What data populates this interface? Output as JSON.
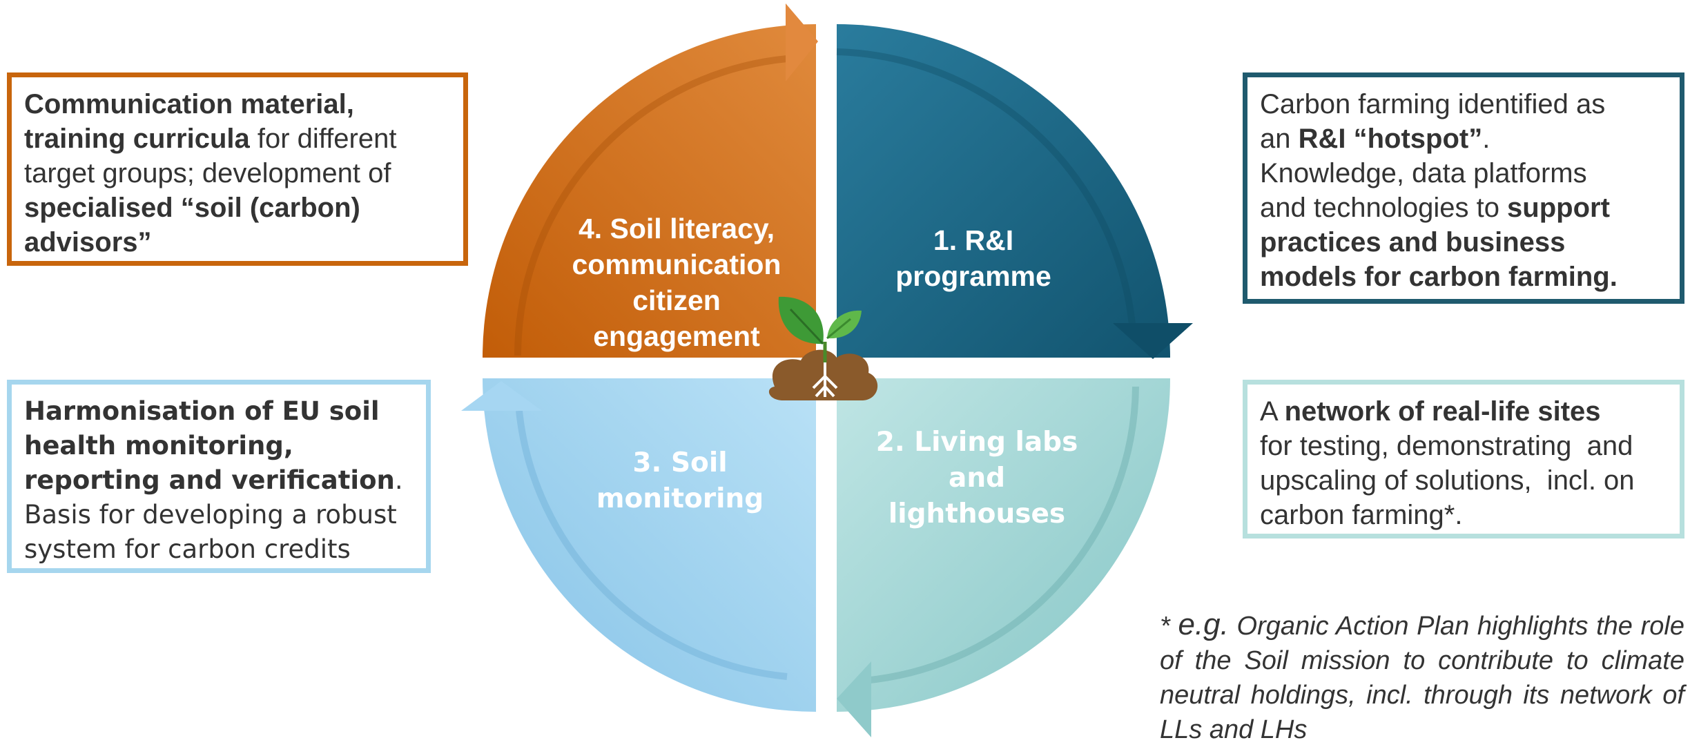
{
  "boxes": {
    "top_left": {
      "l1_bold": "Communication material,",
      "l2_bold": "training curricula",
      "l2_plain": " for different",
      "l3_plain": "target groups; development of",
      "l4_bold": "specialised “soil (carbon)",
      "l5_bold": "advisors”"
    },
    "top_right": {
      "l1_plain": "Carbon farming identified as",
      "l2_plain": "an ",
      "l2_bold": "R&I “hotspot”",
      "l2_end": ".",
      "l3_plain": "Knowledge, data platforms",
      "l4_plain": "and technologies to ",
      "l4_bold": "support",
      "l5_bold": "practices and business",
      "l6_bold": "models for carbon farming."
    },
    "bottom_left": {
      "l1_bold": "Harmonisation of EU soil",
      "l2_bold": "health monitoring,",
      "l3_bold": "reporting and verification",
      "l3_end": ".",
      "l4_plain": "Basis for developing a robust",
      "l5_plain": "system for carbon credits"
    },
    "bottom_right": {
      "l1_plain": "A ",
      "l1_bold": "network of real-life sites",
      "l2_plain": "for testing, demonstrating  and",
      "l3_plain": "upscaling of solutions,  incl. on",
      "l4_plain": "carbon farming*."
    }
  },
  "quadrants": {
    "q1": {
      "lines": [
        "1. R&I",
        "programme"
      ],
      "color": "#1b6d8f"
    },
    "q2": {
      "lines": [
        "2. Living labs",
        "and",
        "lighthouses"
      ],
      "color": "#9fd6d6"
    },
    "q3": {
      "lines": [
        "3. Soil",
        "monitoring"
      ],
      "color": "#9ed2f0"
    },
    "q4": {
      "lines": [
        "4. Soil literacy,",
        "communication",
        "citizen",
        "engagement"
      ],
      "color": "#d2690f"
    }
  },
  "footnote": {
    "prefix": "* ",
    "eg": "e.g.",
    "text": " Organic Action Plan highlights the role of the Soil mission to contribute to climate neutral holdings, incl. through its network of LLs and LHs"
  },
  "center_icon": "plant-sprout-icon"
}
